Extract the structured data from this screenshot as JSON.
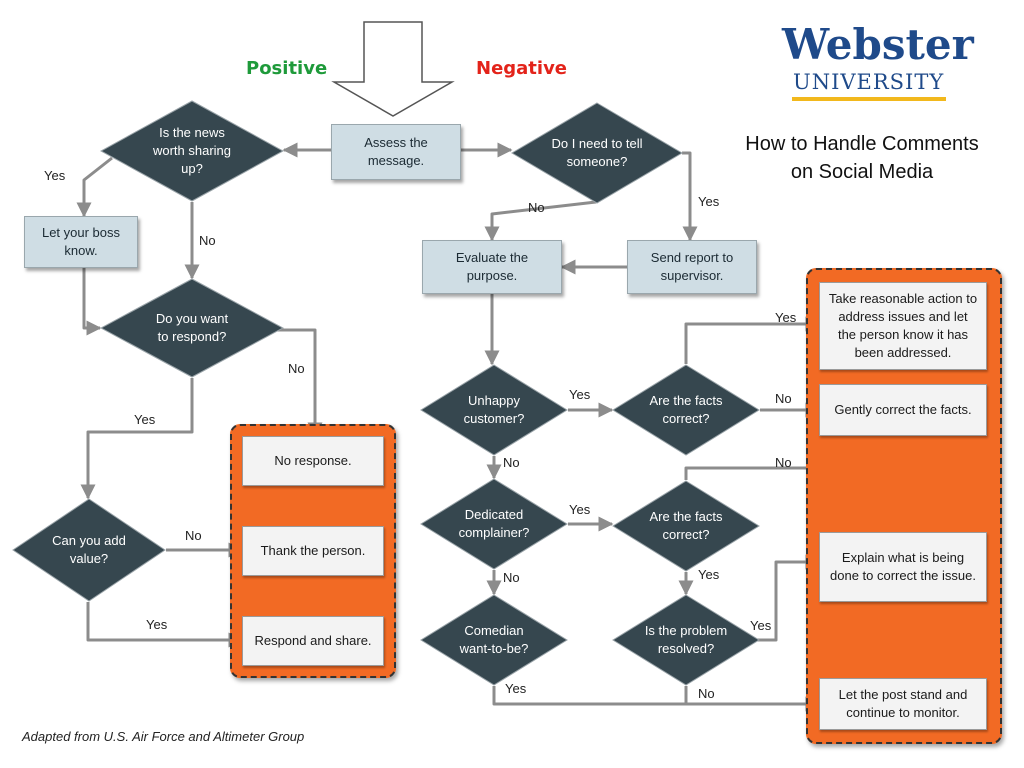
{
  "header": {
    "positive": "Positive",
    "negative": "Negative",
    "title_line1": "How to Handle Comments",
    "title_line2": "on Social Media",
    "logo_word": "Webster",
    "logo_sub": "UNIVERSITY",
    "logo_underline_color": "#f2b81c"
  },
  "nodes": {
    "assess": "Assess the message.",
    "news_worth": "Is the news worth sharing up?",
    "need_tell": "Do I need to tell someone?",
    "let_boss": "Let your boss know.",
    "want_respond": "Do you want to respond?",
    "send_report": "Send report to supervisor.",
    "evaluate": "Evaluate the purpose.",
    "unhappy": "Unhappy customer?",
    "facts1": "Are the facts correct?",
    "dedicated": "Dedicated complainer?",
    "facts2": "Are the facts correct?",
    "comedian": "Comedian want-to-be?",
    "resolved": "Is the problem resolved?",
    "add_value": "Can you add value?"
  },
  "outcomes": {
    "no_response": "No response.",
    "thank": "Thank the person.",
    "respond_share": "Respond and share.",
    "take_action": "Take reasonable action to address issues and let the person know it has been addressed.",
    "gently": "Gently correct the facts.",
    "explain": "Explain what is being done to correct the issue.",
    "let_stand": "Let the post stand and continue to monitor."
  },
  "labels": {
    "yes": "Yes",
    "no": "No"
  },
  "footer": {
    "credit": "Adapted from U.S. Air Force and Altimeter Group"
  },
  "colors": {
    "diamond": "#36474f",
    "light_box": "#cfdde4",
    "panel": "#f26a24",
    "connector": "#8c8c8c"
  }
}
